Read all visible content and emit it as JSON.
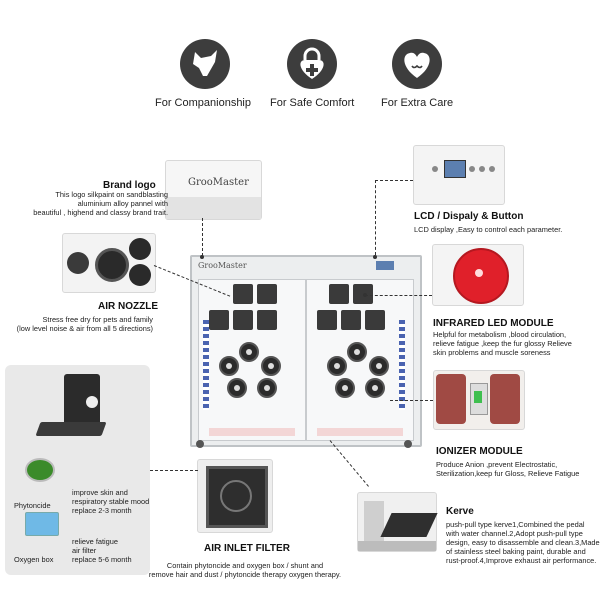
{
  "top_icons": [
    {
      "label": "For Companionship",
      "icon": "dog-head-icon"
    },
    {
      "label": "For Safe Comfort",
      "icon": "medical-cross-lock-icon"
    },
    {
      "label": "For Extra Care",
      "icon": "heart-cat-icon"
    }
  ],
  "brand": {
    "title": "Brand logo",
    "desc_lines": [
      "This logo silkpaint on sandblasting",
      "aluminium alloy pannel with",
      "beautiful ,  highend and classy brand trait."
    ],
    "logo_text": "GrooMaster"
  },
  "lcd": {
    "title": "LCD / Dispaly & Button",
    "desc": "LCD display ,Easy to control each parameter."
  },
  "air_nozzle": {
    "title": "AIR NOZZLE",
    "desc_lines": [
      "Stress free dry for pets and family",
      "(low level noise & air from all 5 directions)"
    ]
  },
  "infrared": {
    "title": "INFRARED LED MODULE",
    "desc_lines": [
      "Helpful for metabolism ,blood circulation,",
      "relieve fatigue ,keep the fur glossy Relieve",
      "skin problems and muscle soreness"
    ]
  },
  "ionizer": {
    "title": "IONIZER MODULE",
    "desc_lines": [
      "Produce Anion ,prevent Electrostatic,",
      "Sterilization,keep fur Gloss, Relieve Fatigue"
    ]
  },
  "phytoncide": {
    "label": "Phytoncide",
    "desc_lines": [
      "improve skin and",
      "respiratory stable mood",
      "replace 2-3 month"
    ]
  },
  "oxygen": {
    "label": "Oxygen box",
    "desc_lines": [
      "relieve fatigue",
      "air filter",
      "replace 5-6 month"
    ]
  },
  "air_inlet": {
    "title": "AIR INLET FILTER",
    "desc_lines": [
      "Contain phytoncide and oxygen box / shunt and",
      "remove hair and dust / phytoncide therapy oxygen therapy."
    ]
  },
  "kerve": {
    "title": "Kerve",
    "desc_lines": [
      "push-pull type  kerve1,Combined the pedal",
      "with water channel.2,Adopt push-pull type",
      "design, easy to disassemble and clean.3,Made",
      "of stainless steel baking paint, durable and",
      "rust-proof.4,Improve exhaust air performance."
    ]
  },
  "colors": {
    "icon_bg": "#3d3d3d",
    "infrared_red": "#e0202a",
    "panel_grey": "#e9e9e9"
  }
}
